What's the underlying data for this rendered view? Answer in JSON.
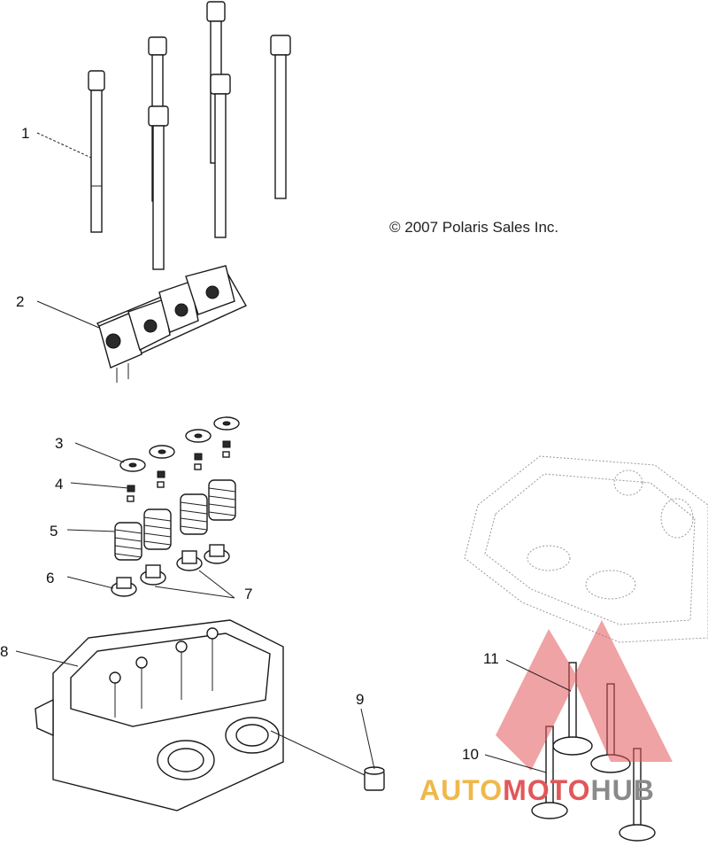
{
  "diagram": {
    "copyright": "© 2007 Polaris Sales Inc.",
    "callouts": [
      "1",
      "2",
      "3",
      "4",
      "5",
      "6",
      "7",
      "8",
      "9",
      "10",
      "11"
    ],
    "watermark": {
      "part1": "AUTO",
      "part2": "MOTO",
      "part3": "HUB",
      "colors": {
        "auto": "#f0b84a",
        "moto": "#e2575a",
        "hub": "#8a8a8a"
      }
    }
  }
}
